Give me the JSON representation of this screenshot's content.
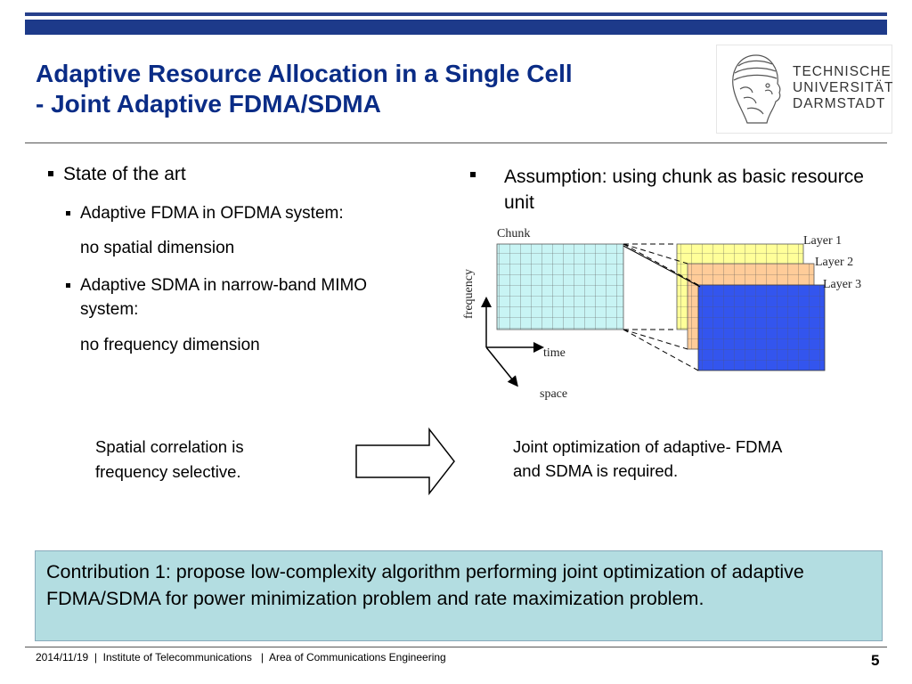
{
  "title": {
    "line1": "Adaptive Resource Allocation in a Single Cell",
    "line2": "- Joint Adaptive FDMA/SDMA"
  },
  "logo": {
    "line1": "TECHNISCHE",
    "line2": "UNIVERSITÄT",
    "line3": "DARMSTADT",
    "icon": "athena-head-icon"
  },
  "left_column": {
    "bullet1": "State of the art",
    "sub1": "Adaptive FDMA in OFDMA system:",
    "sub1_note": "no spatial dimension",
    "sub2_line1": "Adaptive SDMA in narrow-band MIMO",
    "sub2_line2": "system:",
    "sub2_note": "no frequency dimension"
  },
  "right_column": {
    "bullet1": "Assumption: using chunk as basic resource unit"
  },
  "diagram": {
    "chunk_label": "Chunk",
    "layer1": "Layer 1",
    "layer2": "Layer 2",
    "layer3": "Layer 3",
    "axis_frequency": "frequency",
    "axis_time": "time",
    "axis_space": "space",
    "colors": {
      "chunk_grid": "#c8f4f4",
      "layer1": "#ffff99",
      "layer2": "#ffcc99",
      "layer3": "#3355ee"
    }
  },
  "statement_left": {
    "line1": "Spatial correlation is",
    "line2": "frequency selective."
  },
  "statement_right": {
    "line1": "Joint optimization of adaptive- FDMA",
    "line2": "and SDMA is required."
  },
  "contribution": "Contribution 1: propose low-complexity algorithm performing joint optimization of adaptive FDMA/SDMA for power minimization problem and rate maximization problem.",
  "footer": {
    "text": "2014/11/19  |  Institute of Telecommunications   |  Area of Communications Engineering",
    "page_number": "5"
  },
  "theme": {
    "title_color": "#0a2c86",
    "bar_color": "#1d3a8a",
    "box_color": "#b3dde1"
  }
}
